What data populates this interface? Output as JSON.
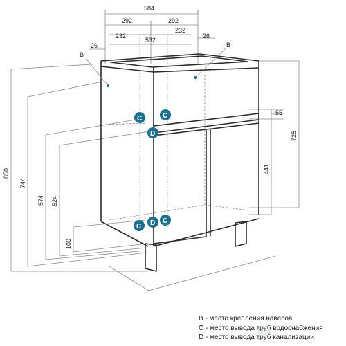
{
  "dimensions": {
    "overall_width": "584",
    "half_left": "292",
    "half_right": "292",
    "inner_left": "232",
    "inner_right": "232",
    "basin_width": "532",
    "edge_left": "26",
    "edge_right": "26",
    "total_height": "850",
    "height_744": "744",
    "height_574": "574",
    "height_524": "524",
    "leg_height": "100",
    "cabinet_height": "725",
    "drawer_offset": "55",
    "door_height": "441"
  },
  "callouts": {
    "b_left": "B",
    "b_right": "B",
    "c_top_left": "C",
    "c_top_right": "C",
    "d_top": "D",
    "c_bottom_left": "C",
    "d_bottom": "D",
    "c_bottom_right": "C"
  },
  "legend": {
    "b": "B - место крепления навесов",
    "c": "C - место вывода труб водоснабжения",
    "d": "D - место вывода труб канализации"
  },
  "watermark": "up",
  "colors": {
    "marker": "#1d6f8f",
    "line": "#2b2b2b",
    "dimension": "#8a8a8a"
  }
}
